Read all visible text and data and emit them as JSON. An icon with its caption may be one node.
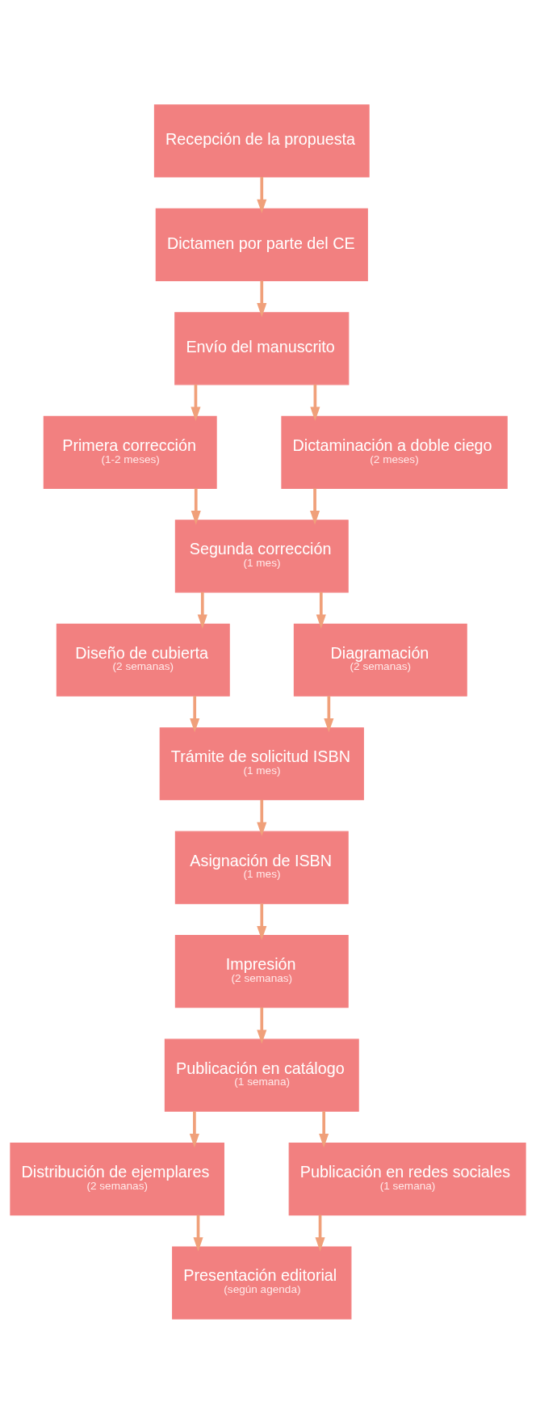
{
  "diagram": {
    "nodes": [
      {
        "text": [
          "Recepción de la propuesta"
        ]
      },
      {
        "text": [
          "Dictamen por parte del CE"
        ]
      },
      {
        "text": [
          "Envío del manuscrito"
        ]
      },
      {
        "text": [
          "Primera corrección",
          "(1-2 meses)"
        ]
      },
      {
        "text": [
          "Dictaminación a doble ciego",
          "(2 meses)"
        ]
      },
      {
        "text": [
          "Segunda corrección",
          "(1 mes)"
        ]
      },
      {
        "text": [
          "Diseño de cubierta",
          "(2 semanas)"
        ]
      },
      {
        "text": [
          "Diagramación",
          "(2 semanas)"
        ]
      },
      {
        "text": [
          "Trámite de solicitud ISBN",
          "(1 mes)"
        ]
      },
      {
        "text": [
          "Asignación de ISBN",
          "(1 mes)"
        ]
      },
      {
        "text": [
          "Impresión",
          "(2 semanas)"
        ]
      },
      {
        "text": [
          "Publicación en catálogo",
          "(1 semana)"
        ]
      },
      {
        "text": [
          "Distribución de ejemplares",
          "(2 semanas)"
        ]
      },
      {
        "text": [
          "Publicación en redes sociales",
          "(1 semana)"
        ]
      },
      {
        "text": [
          "Presentación editorial",
          "(según agenda)"
        ]
      }
    ],
    "edges": [
      {
        "from": 0,
        "to": 1,
        "arrow": "to"
      },
      {
        "from": 1,
        "to": 2,
        "arrow": "to"
      },
      {
        "from": 2,
        "to": 3,
        "arrow": "to"
      },
      {
        "from": 2,
        "to": 4,
        "arrow": "to"
      },
      {
        "from": 3,
        "to": 5,
        "arrow": "to"
      },
      {
        "from": 4,
        "to": 5,
        "arrow": "to"
      },
      {
        "from": 5,
        "to": 6,
        "arrow": "to"
      },
      {
        "from": 5,
        "to": 7,
        "arrow": "to"
      },
      {
        "from": 6,
        "to": 8,
        "arrow": "to"
      },
      {
        "from": 7,
        "to": 8,
        "arrow": "to"
      },
      {
        "from": 8,
        "to": 9,
        "arrow": "to"
      },
      {
        "from": 9,
        "to": 10,
        "arrow": "to"
      },
      {
        "from": 10,
        "to": 11,
        "arrow": "to"
      },
      {
        "from": 11,
        "to": 12,
        "arrow": "to"
      },
      {
        "from": 11,
        "to": 13,
        "arrow": "to"
      },
      {
        "from": 12,
        "to": 14,
        "arrow": "to"
      },
      {
        "from": 13,
        "to": 14,
        "arrow": "to"
      }
    ]
  }
}
